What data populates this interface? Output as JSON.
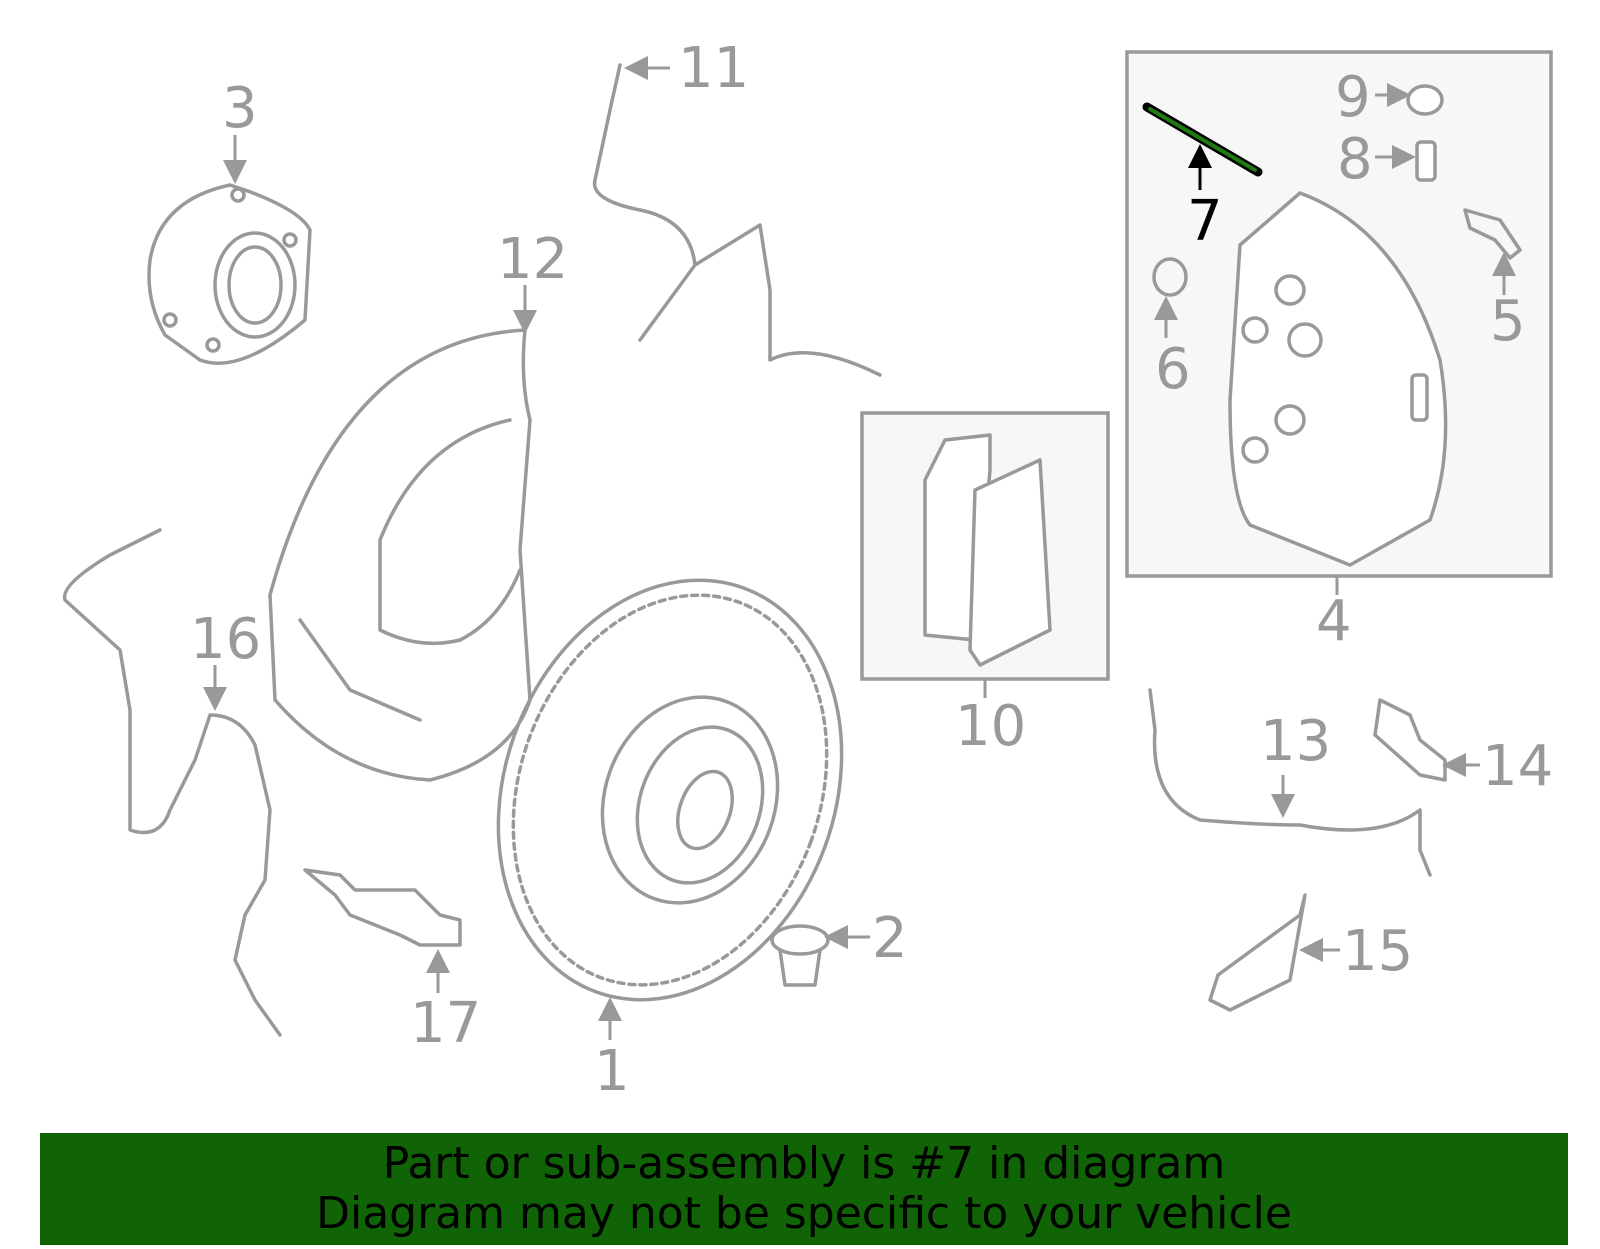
{
  "labels": {
    "p1": "1",
    "p2": "2",
    "p3": "3",
    "p4": "4",
    "p5": "5",
    "p6": "6",
    "p7": "7",
    "p8": "8",
    "p9": "9",
    "p10": "10",
    "p11": "11",
    "p12": "12",
    "p13": "13",
    "p14": "14",
    "p15": "15",
    "p16": "16",
    "p17": "17"
  },
  "highlighted_part": "7",
  "colors": {
    "highlight": "#1f7a12",
    "banner": "#116405",
    "line": "#999999"
  },
  "banner": {
    "line1": "Part or sub-assembly is #7 in diagram",
    "line2": "Diagram may not be specific to your vehicle"
  }
}
